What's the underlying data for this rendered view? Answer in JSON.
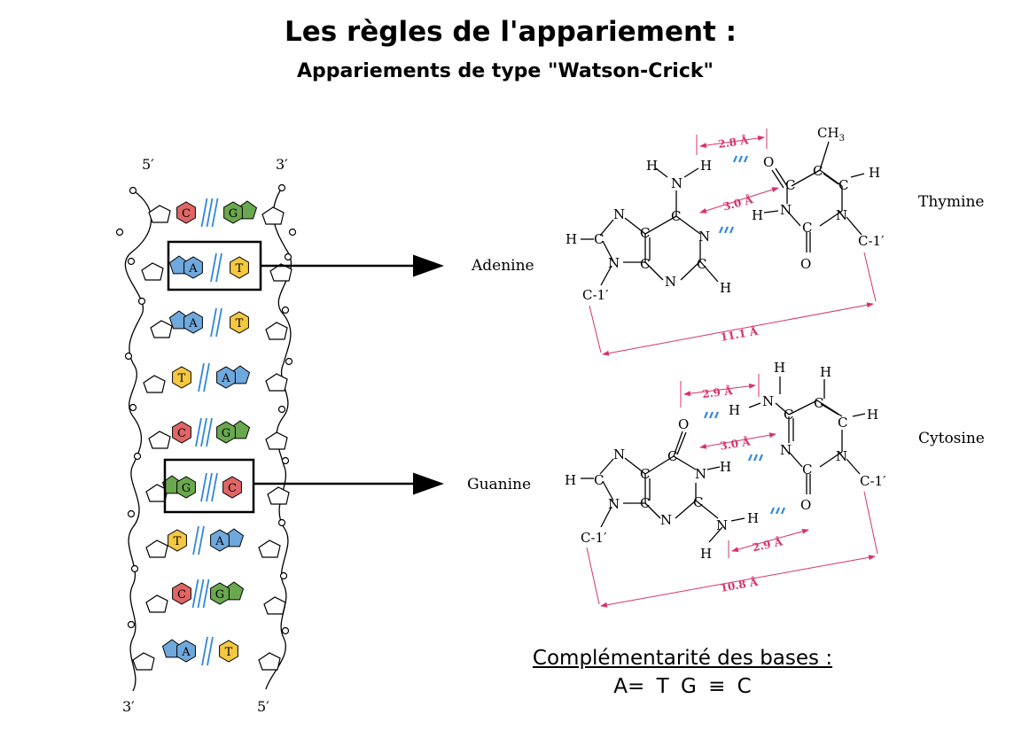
{
  "title": "Les règles de l'appariement :",
  "subtitle": "Appariements de type \"Watson-Crick\"",
  "helix": {
    "end_top_left": "5′",
    "end_top_right": "3′",
    "end_bottom_left": "3′",
    "end_bottom_right": "5′",
    "pairs": [
      {
        "left": "C",
        "right": "G",
        "bonds": 3
      },
      {
        "left": "A",
        "right": "T",
        "bonds": 2
      },
      {
        "left": "A",
        "right": "T",
        "bonds": 2
      },
      {
        "left": "T",
        "right": "A",
        "bonds": 2
      },
      {
        "left": "C",
        "right": "G",
        "bonds": 3
      },
      {
        "left": "G",
        "right": "C",
        "bonds": 3
      },
      {
        "left": "T",
        "right": "A",
        "bonds": 2
      },
      {
        "left": "C",
        "right": "G",
        "bonds": 3
      },
      {
        "left": "A",
        "right": "T",
        "bonds": 2
      }
    ]
  },
  "base_colors": {
    "A": "#6fa8dc",
    "T": "#f5c842",
    "G": "#6aa84f",
    "C": "#e06666"
  },
  "at_pair": {
    "label_left": "Adenine",
    "label_right": "Thymine",
    "dist_1": "2.8 Å",
    "dist_2": "3.0 Å",
    "dist_total": "11.1 Å",
    "atoms": {
      "ch3": "CH",
      "ch3_sub": "3",
      "c1_left": "C-1′",
      "c1_right": "C-1′"
    }
  },
  "gc_pair": {
    "label_left": "Guanine",
    "label_right": "Cytosine",
    "dist_1": "2.9 Å",
    "dist_2": "3.0 Å",
    "dist_3": "2.9 Å",
    "dist_total": "10.8 Å",
    "atoms": {
      "c1_left": "C-1′",
      "c1_right": "C-1′"
    }
  },
  "complementarity": {
    "title": "Complémentarité des bases :",
    "pairs": "A= T     G ≡ C"
  },
  "colors": {
    "dimension": "#d6336c",
    "hbond": "#2e86de",
    "ink": "#000000"
  }
}
